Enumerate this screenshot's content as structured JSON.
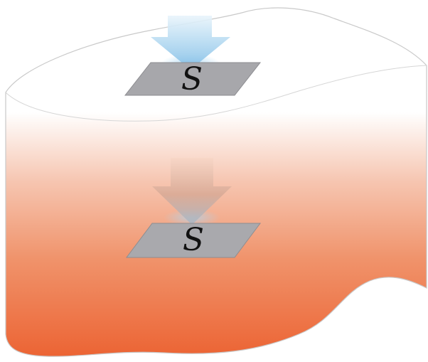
{
  "diagram": {
    "colors": {
      "slab_top": "#ffffff",
      "slab_bottom": "#ee6a3c",
      "slab_outline": "#c9c9c9",
      "surface_fill": "#a7a7ab",
      "surface_edge": "#8a8a8e",
      "arrow_light": "#9fcdec",
      "arrow_faded": "#d9a08a"
    },
    "labels": {
      "upper_surface": "S",
      "lower_surface": "S"
    },
    "arrows": [
      {
        "name": "incoming-arrow",
        "style": "light-blue"
      },
      {
        "name": "attenuated-arrow",
        "style": "faded-gray"
      }
    ]
  }
}
